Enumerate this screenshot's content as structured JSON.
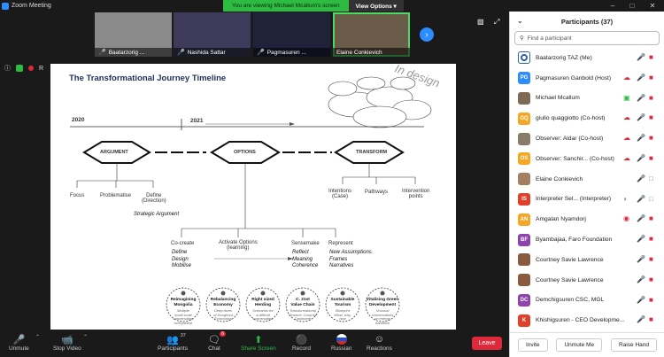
{
  "window": {
    "title": "Zoom Meeting",
    "controls": [
      "minimize-icon",
      "maximize-icon",
      "close-icon"
    ]
  },
  "banner": {
    "viewing_text": "You are viewing Michael Mcallum's screen",
    "view_options_label": "View Options"
  },
  "video_strip": [
    {
      "name": "Baatarzorig ...",
      "muted": true,
      "bg": "#8a8a8a"
    },
    {
      "name": "Nashida Sattar",
      "muted": true,
      "bg": "#3d3a5a"
    },
    {
      "name": "Pagmasuren ...",
      "muted": true,
      "bg": "#20223a"
    },
    {
      "name": "Elaine Conkievich",
      "muted": false,
      "bg": "#6a5a48",
      "active": true
    }
  ],
  "status_row": {
    "recording_label": "R"
  },
  "slide": {
    "title": "The Transformational Journey Timeline",
    "stamp": "In design",
    "years": [
      "2020",
      "2021"
    ],
    "phases": [
      "ARGUMENT",
      "OPTIONS",
      "TRANSFORM"
    ],
    "argument_children": [
      "Focus",
      "Problematise",
      "Define\n(Direction)"
    ],
    "argument_note": "Strategic Argument",
    "transform_children": [
      "Intentions\n(Case)",
      "Pathways",
      "Intervention\npoints"
    ],
    "options_children": [
      {
        "title": "Co-create",
        "notes": "Define\nDesign\nMobilise"
      },
      {
        "title": "Activate Options\n(learning)",
        "notes": ""
      },
      {
        "title": "Sensemake",
        "notes": "Reflect\nMeaning\nCoherence"
      },
      {
        "title": "Represent",
        "notes": "New Assumptions\nFrames\nNarratives"
      }
    ],
    "cycles": [
      {
        "title": "Reimagining\nMongolia",
        "desc": "Multiple\nsmall scale\nconversation\neverywhere"
      },
      {
        "title": "Rebalancing\nEconomy",
        "desc": "Deep dives\nof Doughnut\nEconomics"
      },
      {
        "title": "Right sized\nHerding",
        "desc": "Scenarios for\na difficult\nconversation"
      },
      {
        "title": "C. 21st\nValue Chain",
        "desc": "Transformational\nFinance: Coop for\nCashmere"
      },
      {
        "title": "Sustainable\nTourism",
        "desc": "Blueprint\nWhat, why,\nhow"
      },
      {
        "title": "Vitalising Green\nDevelopment",
        "desc": "Unusual\nconversations\non energy\ntransition"
      }
    ]
  },
  "toolbar": {
    "unmute": "Unmute",
    "stop_video": "Stop Video",
    "participants": "Participants",
    "participants_count": "37",
    "chat": "Chat",
    "chat_badge": "6",
    "share_screen": "Share Screen",
    "record": "Record",
    "language": "Russian",
    "reactions": "Reactions",
    "leave": "Leave"
  },
  "panel": {
    "title": "Participants (37)",
    "search_placeholder": "Find a participant",
    "buttons": [
      "Invite",
      "Unmute Me",
      "Raise Hand"
    ],
    "participants": [
      {
        "name": "Baatarzorig TAZ (Me)",
        "initials": "",
        "color": "#ffffff",
        "avatar": "logo",
        "video_off": true,
        "muted": true
      },
      {
        "name": "Pagmasuren Ganbold (Host)",
        "initials": "PG",
        "color": "#2d8cff",
        "cloud": true,
        "video_off": true,
        "muted": true
      },
      {
        "name": "Michael Mcallum",
        "initials": "",
        "color": "#7d6a55",
        "avatar": "photo",
        "sharing": true,
        "muted": true
      },
      {
        "name": "giulio quaggiotto (Co-host)",
        "initials": "GQ",
        "color": "#f5a623",
        "cloud": true,
        "video_off": true,
        "muted": true
      },
      {
        "name": "Observer: Aldar (Co-host)",
        "initials": "",
        "color": "#8b7b6a",
        "avatar": "photo",
        "cloud": true,
        "video_off": true,
        "muted": true
      },
      {
        "name": "Observer: Sanchir... (Co-host)",
        "initials": "OS",
        "color": "#f5a623",
        "cloud": true,
        "video_off": true,
        "muted": true
      },
      {
        "name": "Elaine Conkievich",
        "initials": "",
        "color": "#a08060",
        "avatar": "photo",
        "video_off": false,
        "muted": false
      },
      {
        "name": "Interpreter Sel... (Interpreter)",
        "initials": "IS",
        "color": "#e0402b",
        "flag": true,
        "video_off": false,
        "muted": false
      },
      {
        "name": "Amgalan Nyamdorj",
        "initials": "AN",
        "color": "#f5a623",
        "record": true,
        "video_off": true,
        "muted": true
      },
      {
        "name": "Byambajaa, Faro Foundation",
        "initials": "BF",
        "color": "#8e44ad",
        "video_off": true,
        "muted": true
      },
      {
        "name": "Courtney Savie Lawrence",
        "initials": "",
        "color": "#8a5a40",
        "avatar": "photo",
        "video_off": true,
        "muted": true
      },
      {
        "name": "Courtney Savie Lawrence",
        "initials": "",
        "color": "#8a5a40",
        "avatar": "photo",
        "video_off": true,
        "muted": true
      },
      {
        "name": "Demchigsuren CSC, MGL",
        "initials": "DC",
        "color": "#8e44ad",
        "video_off": true,
        "muted": true
      },
      {
        "name": "Khishigsuren - CEO Developme...",
        "initials": "K",
        "color": "#e0402b",
        "video_off": true,
        "muted": true
      }
    ]
  }
}
